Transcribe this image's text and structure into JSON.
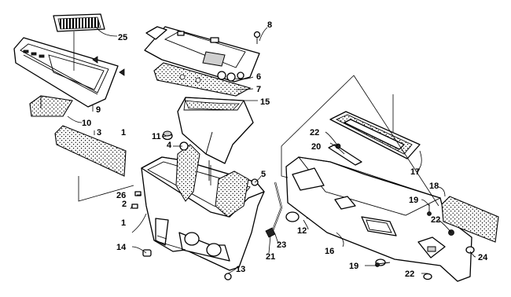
{
  "callouts": [
    {
      "id": "c1",
      "text": "1"
    },
    {
      "id": "c2",
      "text": "2"
    },
    {
      "id": "c3",
      "text": "3"
    },
    {
      "id": "c4",
      "text": "4"
    },
    {
      "id": "c5",
      "text": "5"
    },
    {
      "id": "c6",
      "text": "6"
    },
    {
      "id": "c7",
      "text": "7"
    },
    {
      "id": "c8",
      "text": "8"
    },
    {
      "id": "c9",
      "text": "9"
    },
    {
      "id": "c10",
      "text": "10"
    },
    {
      "id": "c11",
      "text": "11"
    },
    {
      "id": "c12",
      "text": "12"
    },
    {
      "id": "c13",
      "text": "13"
    },
    {
      "id": "c14",
      "text": "14"
    },
    {
      "id": "c15",
      "text": "15"
    },
    {
      "id": "c16",
      "text": "16"
    },
    {
      "id": "c17",
      "text": "17"
    },
    {
      "id": "c18",
      "text": "18"
    },
    {
      "id": "c19a",
      "text": "19"
    },
    {
      "id": "c19b",
      "text": "19"
    },
    {
      "id": "c20",
      "text": "20"
    },
    {
      "id": "c21",
      "text": "21"
    },
    {
      "id": "c22a",
      "text": "22"
    },
    {
      "id": "c22b",
      "text": "22"
    },
    {
      "id": "c22c",
      "text": "22"
    },
    {
      "id": "c23",
      "text": "23"
    },
    {
      "id": "c24",
      "text": "24"
    },
    {
      "id": "c25",
      "text": "25"
    },
    {
      "id": "c26",
      "text": "26"
    }
  ]
}
